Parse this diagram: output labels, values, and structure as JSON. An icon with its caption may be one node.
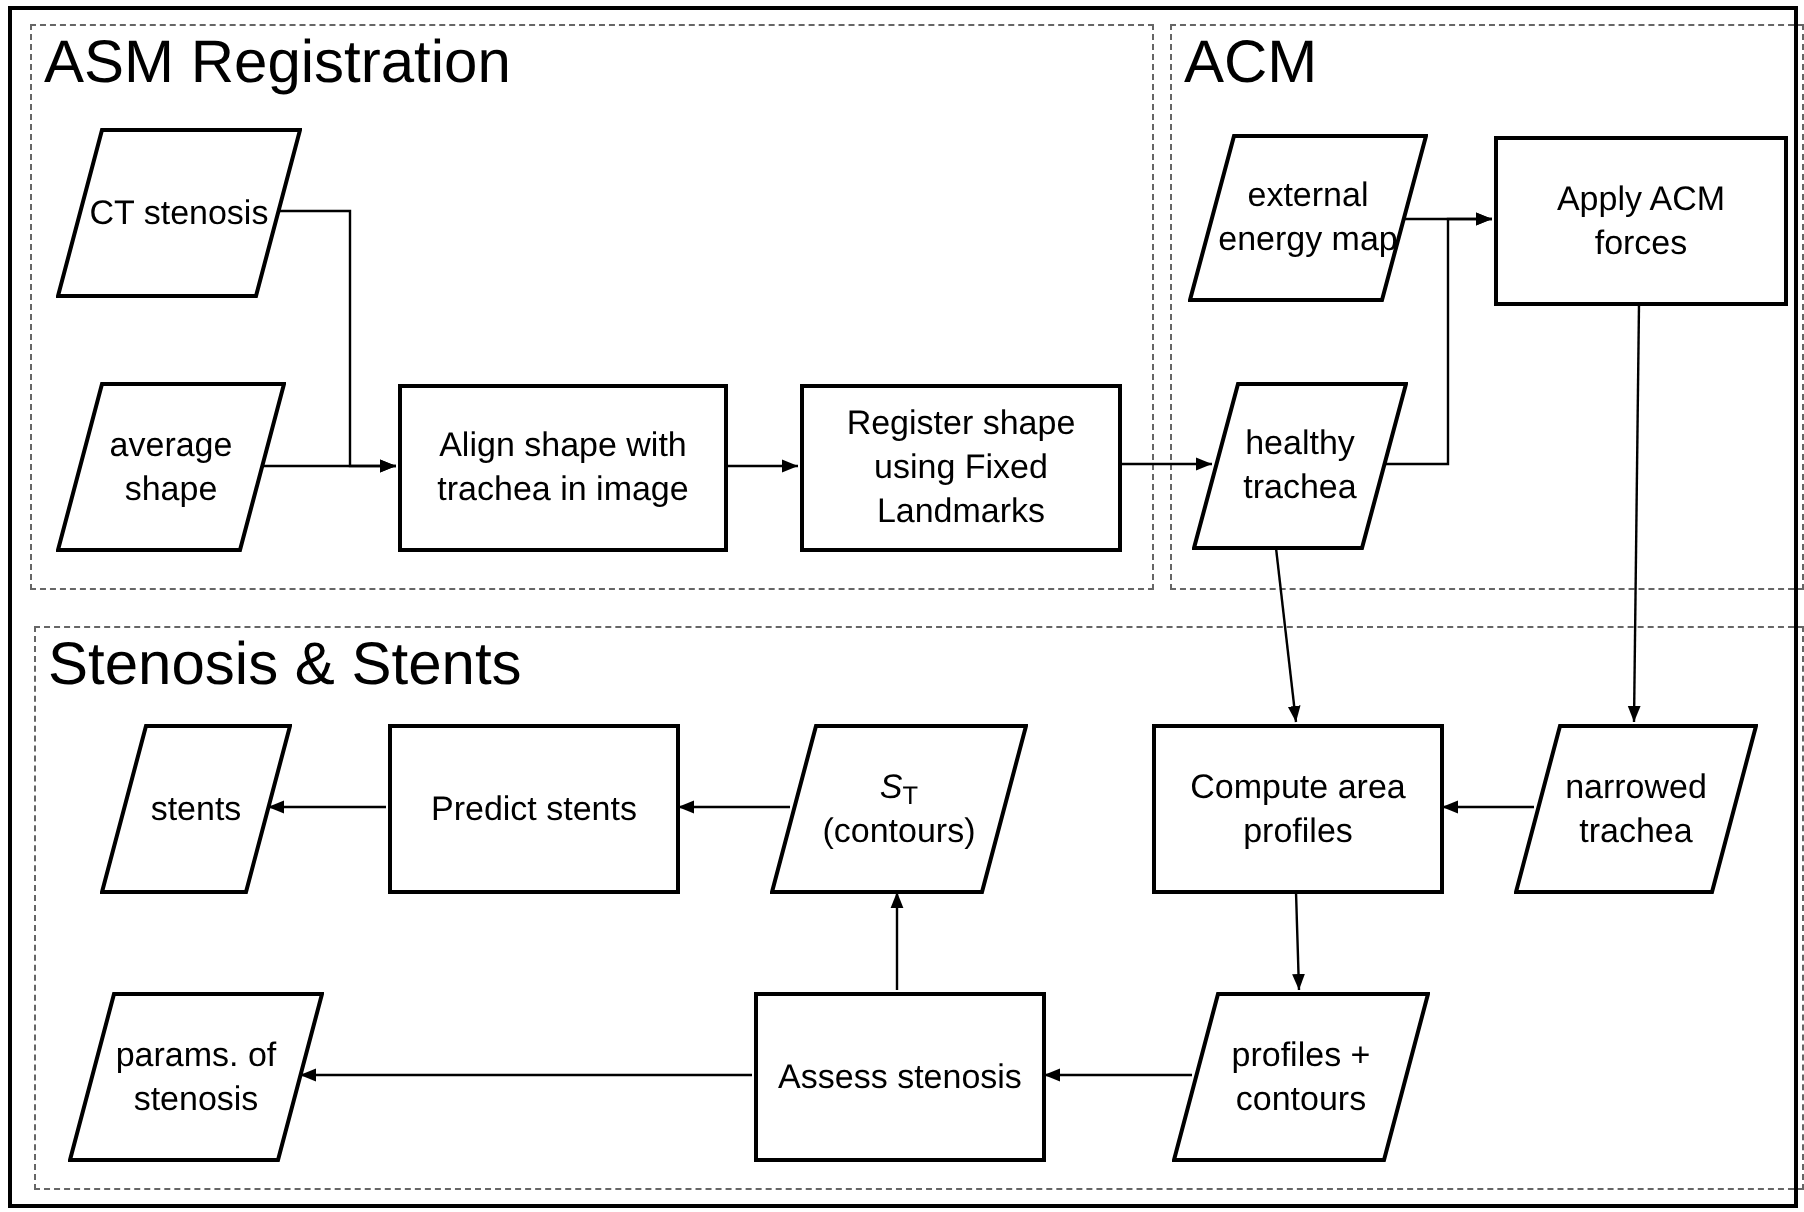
{
  "diagram": {
    "nodes": [
      {
        "text": [
          "ASM Registration"
        ]
      },
      {
        "text": [
          "CT stenosis"
        ],
        "in": 0
      },
      {
        "text": [
          "average shape"
        ],
        "in": 0
      },
      {
        "text": [
          "Align shape with trachea in image"
        ],
        "in": 0
      },
      {
        "text": [
          "Register shape using Fixed Landmarks"
        ],
        "in": 0
      },
      {
        "text": [
          "ACM"
        ]
      },
      {
        "text": [
          "external energy map"
        ],
        "in": 5
      },
      {
        "text": [
          "Apply ACM forces"
        ],
        "in": 5
      },
      {
        "text": [
          "healthy trachea"
        ],
        "in": 5
      },
      {
        "text": [
          "Stenosis & Stents"
        ]
      },
      {
        "text": [
          "stents"
        ],
        "in": 9
      },
      {
        "text": [
          "Predict stents"
        ],
        "in": 9
      },
      {
        "text": [
          "*S*$_{T}$",
          "(contours)"
        ],
        "in": 9
      },
      {
        "text": [
          "Compute area profiles"
        ],
        "in": 9
      },
      {
        "text": [
          "narrowed trachea"
        ],
        "in": 9
      },
      {
        "text": [
          "params. of stenosis"
        ],
        "in": 9
      },
      {
        "text": [
          "Assess stenosis"
        ],
        "in": 9
      },
      {
        "text": [
          "profiles + contours"
        ],
        "in": 9
      }
    ],
    "edges": [
      {
        "from": 1,
        "to": 3,
        "arrow": "to"
      },
      {
        "from": 2,
        "to": 3,
        "arrow": "to"
      },
      {
        "from": 3,
        "to": 4,
        "arrow": "to"
      },
      {
        "from": 4,
        "to": 8,
        "arrow": "to"
      },
      {
        "from": 6,
        "to": 7,
        "arrow": "to"
      },
      {
        "from": 8,
        "to": 7,
        "arrow": "to"
      },
      {
        "from": 8,
        "to": 13,
        "arrow": "to"
      },
      {
        "from": 7,
        "to": 14,
        "arrow": "to"
      },
      {
        "from": 14,
        "to": 13,
        "arrow": "to"
      },
      {
        "from": 13,
        "to": 17,
        "arrow": "to"
      },
      {
        "from": 17,
        "to": 16,
        "arrow": "to"
      },
      {
        "from": 16,
        "to": 12,
        "arrow": "to"
      },
      {
        "from": 16,
        "to": 15,
        "arrow": "to"
      },
      {
        "from": 12,
        "to": 11,
        "arrow": "to"
      },
      {
        "from": 11,
        "to": 10,
        "arrow": "to"
      }
    ]
  }
}
